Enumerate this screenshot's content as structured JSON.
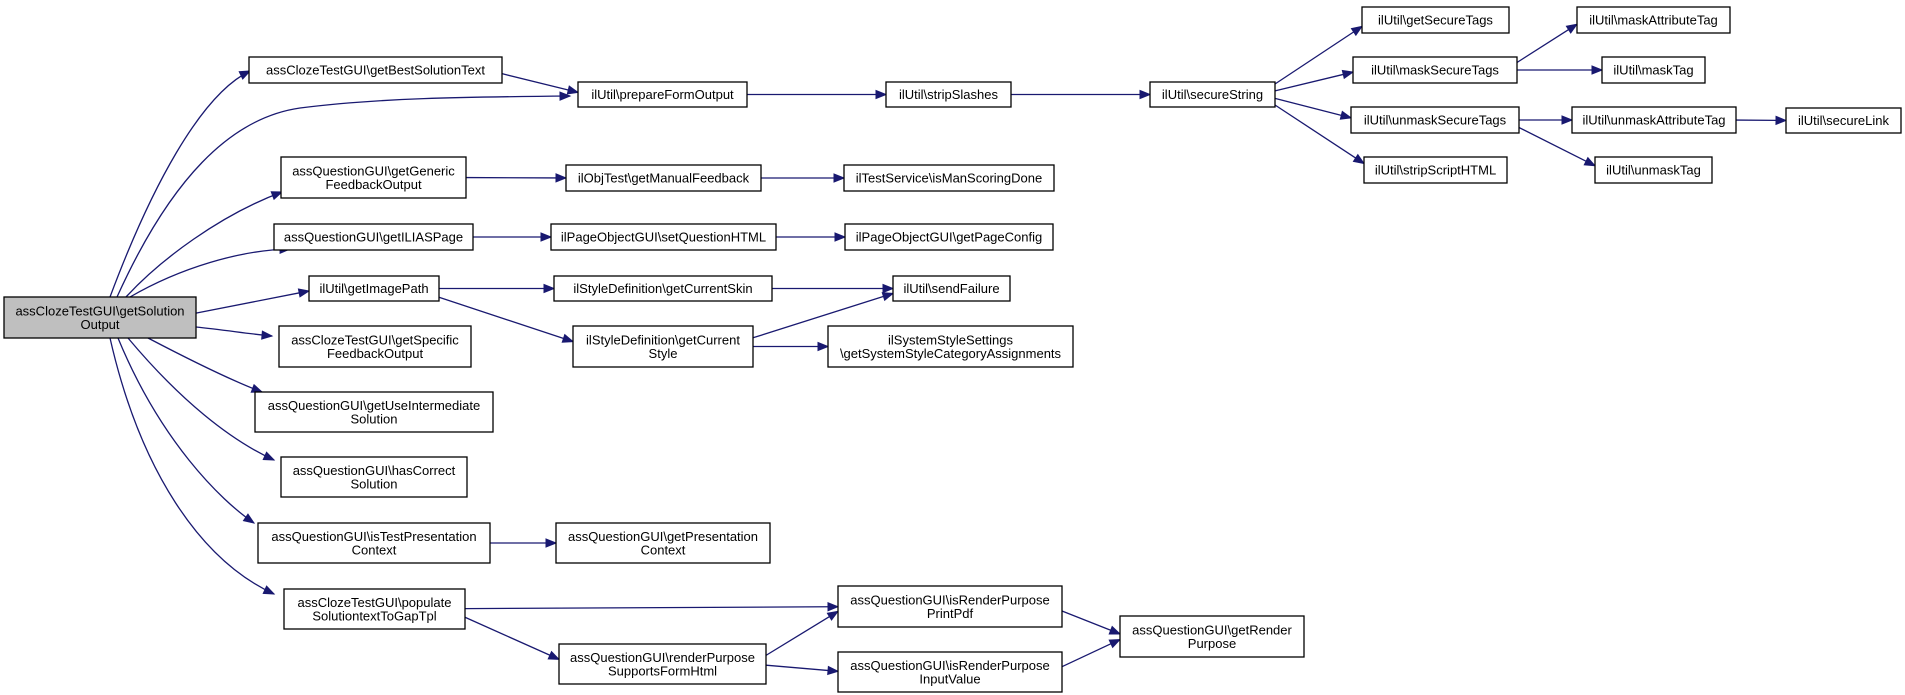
{
  "graph": {
    "edge_color": "#191970",
    "root_fill": "#bfbfbf",
    "node_fill": "#ffffff",
    "nodes": [
      {
        "id": "root",
        "lines": [
          "assClozeTestGUI\\getSolution",
          "Output"
        ]
      },
      {
        "id": "getBestSolutionText",
        "lines": [
          "assClozeTestGUI\\getBestSolutionText"
        ]
      },
      {
        "id": "prepareFormOutput",
        "lines": [
          "ilUtil\\prepareFormOutput"
        ]
      },
      {
        "id": "stripSlashes",
        "lines": [
          "ilUtil\\stripSlashes"
        ]
      },
      {
        "id": "secureString",
        "lines": [
          "ilUtil\\secureString"
        ]
      },
      {
        "id": "getSecureTags",
        "lines": [
          "ilUtil\\getSecureTags"
        ]
      },
      {
        "id": "maskSecureTags",
        "lines": [
          "ilUtil\\maskSecureTags"
        ]
      },
      {
        "id": "maskAttributeTag",
        "lines": [
          "ilUtil\\maskAttributeTag"
        ]
      },
      {
        "id": "maskTag",
        "lines": [
          "ilUtil\\maskTag"
        ]
      },
      {
        "id": "unmaskSecureTags",
        "lines": [
          "ilUtil\\unmaskSecureTags"
        ]
      },
      {
        "id": "unmaskAttributeTag",
        "lines": [
          "ilUtil\\unmaskAttributeTag"
        ]
      },
      {
        "id": "secureLink",
        "lines": [
          "ilUtil\\secureLink"
        ]
      },
      {
        "id": "unmaskTag",
        "lines": [
          "ilUtil\\unmaskTag"
        ]
      },
      {
        "id": "stripScriptHTML",
        "lines": [
          "ilUtil\\stripScriptHTML"
        ]
      },
      {
        "id": "getGenericFeedbackOutput",
        "lines": [
          "assQuestionGUI\\getGeneric",
          "FeedbackOutput"
        ]
      },
      {
        "id": "getManualFeedback",
        "lines": [
          "ilObjTest\\getManualFeedback"
        ]
      },
      {
        "id": "isManScoringDone",
        "lines": [
          "ilTestService\\isManScoringDone"
        ]
      },
      {
        "id": "getILIASPage",
        "lines": [
          "assQuestionGUI\\getILIASPage"
        ]
      },
      {
        "id": "setQuestionHTML",
        "lines": [
          "ilPageObjectGUI\\setQuestionHTML"
        ]
      },
      {
        "id": "getPageConfig",
        "lines": [
          "ilPageObjectGUI\\getPageConfig"
        ]
      },
      {
        "id": "getImagePath",
        "lines": [
          "ilUtil\\getImagePath"
        ]
      },
      {
        "id": "getCurrentSkin",
        "lines": [
          "ilStyleDefinition\\getCurrentSkin"
        ]
      },
      {
        "id": "sendFailure",
        "lines": [
          "ilUtil\\sendFailure"
        ]
      },
      {
        "id": "getCurrentStyle",
        "lines": [
          "ilStyleDefinition\\getCurrent",
          "Style"
        ]
      },
      {
        "id": "getSystemStyleCategoryAssignments",
        "lines": [
          "ilSystemStyleSettings",
          "\\getSystemStyleCategoryAssignments"
        ]
      },
      {
        "id": "getSpecificFeedbackOutput",
        "lines": [
          "assClozeTestGUI\\getSpecific",
          "FeedbackOutput"
        ]
      },
      {
        "id": "getUseIntermediateSolution",
        "lines": [
          "assQuestionGUI\\getUseIntermediate",
          "Solution"
        ]
      },
      {
        "id": "hasCorrectSolution",
        "lines": [
          "assQuestionGUI\\hasCorrect",
          "Solution"
        ]
      },
      {
        "id": "isTestPresentationContext",
        "lines": [
          "assQuestionGUI\\isTestPresentation",
          "Context"
        ]
      },
      {
        "id": "getPresentationContext",
        "lines": [
          "assQuestionGUI\\getPresentation",
          "Context"
        ]
      },
      {
        "id": "populateSolutiontextToGapTpl",
        "lines": [
          "assClozeTestGUI\\populate",
          "SolutiontextToGapTpl"
        ]
      },
      {
        "id": "isRenderPurposePrintPdf",
        "lines": [
          "assQuestionGUI\\isRenderPurpose",
          "PrintPdf"
        ]
      },
      {
        "id": "getRenderPurpose",
        "lines": [
          "assQuestionGUI\\getRender",
          "Purpose"
        ]
      },
      {
        "id": "renderPurposeSupportsFormHtml",
        "lines": [
          "assQuestionGUI\\renderPurpose",
          "SupportsFormHtml"
        ]
      },
      {
        "id": "isRenderPurposeInputValue",
        "lines": [
          "assQuestionGUI\\isRenderPurpose",
          "InputValue"
        ]
      }
    ],
    "edges": [
      {
        "from": "root",
        "to": "getBestSolutionText"
      },
      {
        "from": "root",
        "to": "prepareFormOutput"
      },
      {
        "from": "root",
        "to": "getGenericFeedbackOutput"
      },
      {
        "from": "root",
        "to": "getILIASPage"
      },
      {
        "from": "root",
        "to": "getImagePath"
      },
      {
        "from": "root",
        "to": "getSpecificFeedbackOutput"
      },
      {
        "from": "root",
        "to": "getUseIntermediateSolution"
      },
      {
        "from": "root",
        "to": "hasCorrectSolution"
      },
      {
        "from": "root",
        "to": "isTestPresentationContext"
      },
      {
        "from": "root",
        "to": "populateSolutiontextToGapTpl"
      },
      {
        "from": "getBestSolutionText",
        "to": "prepareFormOutput"
      },
      {
        "from": "prepareFormOutput",
        "to": "stripSlashes"
      },
      {
        "from": "stripSlashes",
        "to": "secureString"
      },
      {
        "from": "secureString",
        "to": "getSecureTags"
      },
      {
        "from": "secureString",
        "to": "maskSecureTags"
      },
      {
        "from": "secureString",
        "to": "unmaskSecureTags"
      },
      {
        "from": "secureString",
        "to": "stripScriptHTML"
      },
      {
        "from": "maskSecureTags",
        "to": "maskAttributeTag"
      },
      {
        "from": "maskSecureTags",
        "to": "maskTag"
      },
      {
        "from": "unmaskSecureTags",
        "to": "unmaskAttributeTag"
      },
      {
        "from": "unmaskSecureTags",
        "to": "unmaskTag"
      },
      {
        "from": "unmaskAttributeTag",
        "to": "secureLink"
      },
      {
        "from": "getGenericFeedbackOutput",
        "to": "getManualFeedback"
      },
      {
        "from": "getManualFeedback",
        "to": "isManScoringDone"
      },
      {
        "from": "getILIASPage",
        "to": "setQuestionHTML"
      },
      {
        "from": "setQuestionHTML",
        "to": "getPageConfig"
      },
      {
        "from": "getImagePath",
        "to": "getCurrentSkin"
      },
      {
        "from": "getImagePath",
        "to": "getCurrentStyle"
      },
      {
        "from": "getCurrentSkin",
        "to": "sendFailure"
      },
      {
        "from": "getCurrentStyle",
        "to": "sendFailure"
      },
      {
        "from": "getCurrentStyle",
        "to": "getSystemStyleCategoryAssignments"
      },
      {
        "from": "isTestPresentationContext",
        "to": "getPresentationContext"
      },
      {
        "from": "populateSolutiontextToGapTpl",
        "to": "isRenderPurposePrintPdf"
      },
      {
        "from": "populateSolutiontextToGapTpl",
        "to": "renderPurposeSupportsFormHtml"
      },
      {
        "from": "renderPurposeSupportsFormHtml",
        "to": "isRenderPurposePrintPdf"
      },
      {
        "from": "renderPurposeSupportsFormHtml",
        "to": "isRenderPurposeInputValue"
      },
      {
        "from": "isRenderPurposePrintPdf",
        "to": "getRenderPurpose"
      },
      {
        "from": "isRenderPurposeInputValue",
        "to": "getRenderPurpose"
      }
    ]
  }
}
